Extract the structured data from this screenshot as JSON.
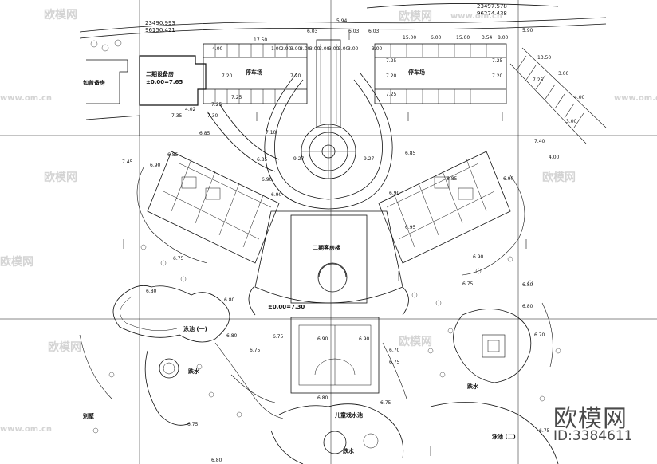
{
  "coords": [
    {
      "line1": "23490.993",
      "line2": "96150.421"
    },
    {
      "line1": "23497.578",
      "line2": "96274.438"
    }
  ],
  "zones": {
    "equipment_room": {
      "name": "二期设备房",
      "level": "±0.00=7.65"
    },
    "parking_left": "停车场",
    "parking_right": "停车场",
    "lobby": "二期客房楼",
    "ground_level": "±0.00=7.30",
    "pool_one": "泳池 (一)",
    "pool_two": "泳池 (二)",
    "kids_pool": "儿童戏水池",
    "water_left": "跌水",
    "water_right": "跌水",
    "water_bottom": "跌水",
    "villa": "别墅",
    "left_building": "如曾备房"
  },
  "dimensions": {
    "top_row": [
      "6.03",
      "5.94",
      "6.03",
      "6.03",
      "5.90"
    ],
    "strip_left": [
      "17.50",
      "4.00",
      "1.00",
      "2.00",
      "3.00",
      "3.00",
      "3.00",
      "3.00",
      "3.00",
      "3.00",
      "3.00"
    ],
    "strip_right": [
      "3.00",
      "15.00",
      "6.00",
      "15.00",
      "3.54",
      "8.00"
    ],
    "park_left_levels": [
      "7.20",
      "7.20",
      "7.25",
      "7.25",
      "7.30",
      "7.35"
    ],
    "park_right_levels": [
      "7.25",
      "7.20",
      "7.25",
      "7.20",
      "7.25"
    ],
    "far_right": [
      "13.50",
      "3.00",
      "7.25",
      "7.40",
      "4.00",
      "3.00",
      "4.00"
    ],
    "center": [
      "7.10",
      "9.27",
      "9.27",
      "6.85",
      "6.85",
      "4.02",
      "6.90",
      "6.90"
    ],
    "wing_left": [
      "6.85",
      "6.90",
      "6.85",
      "7.45",
      "6.90"
    ],
    "wing_right": [
      "6.90",
      "6.85",
      "6.90",
      "6.95"
    ],
    "site_left": [
      "6.75",
      "6.80",
      "6.80",
      "6.75",
      "6.80",
      "6.80",
      "6.75"
    ],
    "site_center": [
      "6.90",
      "6.75",
      "6.80",
      "6.90",
      "6.70",
      "6.75"
    ],
    "site_right": [
      "6.75",
      "6.80",
      "6.70",
      "6.75",
      "6.80",
      "6.75"
    ]
  },
  "watermarks": {
    "brand": "欧模网",
    "site": "www.om.cn",
    "logo": "欧模网",
    "id": "ID:3384611"
  }
}
